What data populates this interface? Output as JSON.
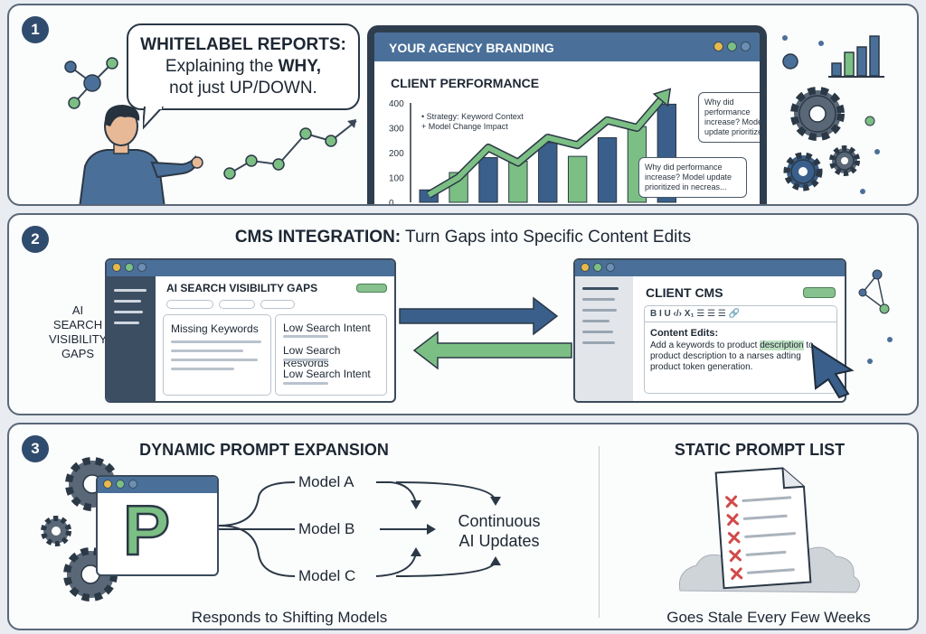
{
  "panel1": {
    "number": "1",
    "bubble_line1": "WHITELABEL REPORTS:",
    "bubble_line2_pre": "Explaining the ",
    "bubble_line2_bold": "WHY,",
    "bubble_line3": "not just UP/DOWN.",
    "monitor_header": "YOUR AGENCY BRANDING",
    "chart_title": "CLIENT PERFORMANCE",
    "callout_strategy_1": "• Strategy: Keyword Context",
    "callout_strategy_2": "+ Model Change Impact",
    "callout_top_1": "Why did",
    "callout_top_2": "performance",
    "callout_top_3": "increase? Model",
    "callout_top_4": "update prioritized...",
    "callout_bottom_1": "Why did performance",
    "callout_bottom_2": "increase? Model update",
    "callout_bottom_3": "prioritized in necreas..."
  },
  "chart_data": {
    "type": "bar",
    "title": "CLIENT PERFORMANCE",
    "yticks": [
      "400",
      "300",
      "200",
      "100",
      "0"
    ],
    "ylim": [
      0,
      400
    ],
    "values": [
      50,
      120,
      180,
      165,
      240,
      185,
      260,
      305,
      395
    ],
    "colors": [
      "#3a5f8a",
      "#7cbf84",
      "#3a5f8a",
      "#7cbf84",
      "#3a5f8a",
      "#7cbf84",
      "#3a5f8a",
      "#7cbf84",
      "#3a5f8a"
    ],
    "trend": [
      30,
      100,
      220,
      160,
      260,
      230,
      330,
      300,
      440
    ]
  },
  "panel2": {
    "number": "2",
    "title_bold": "CMS INTEGRATION:",
    "title_rest": " Turn Gaps into Specific Content Edits",
    "left_label_1": "AI",
    "left_label_2": "SEARCH",
    "left_label_3": "VISIBILITY",
    "left_label_4": "GAPS",
    "gaps_window_title": "AI SEARCH VISIBILITY GAPS",
    "card_missing": "Missing Keywords",
    "card_r1": "Low Search Intent",
    "card_r2": "Low Search Resvords",
    "card_r3": "Low Search Intent",
    "cms_title": "CLIENT CMS",
    "toolbar": "B  I  U  ‹/›  X₁  ☰  ☰  ☰  🔗",
    "content_edits": "Content Edits:",
    "edit_1a": "Add a keywords to product ",
    "edit_1b": "description",
    "edit_1c": " to",
    "edit_2": "product description to a narses adting",
    "edit_3": "product token generation."
  },
  "panel3": {
    "number": "3",
    "left_title": "DYNAMIC PROMPT EXPANSION",
    "letter": "P",
    "model_a": "Model A",
    "model_b": "Model B",
    "model_c": "Model C",
    "updates_1": "Continuous",
    "updates_2": "AI Updates",
    "left_caption": "Responds to Shifting Models",
    "right_title": "STATIC PROMPT LIST",
    "right_caption": "Goes Stale Every Few Weeks"
  },
  "colors": {
    "navy": "#2f4c6e",
    "blue": "#4a7099",
    "green": "#7cbf84",
    "gear": "#4d5a67"
  }
}
